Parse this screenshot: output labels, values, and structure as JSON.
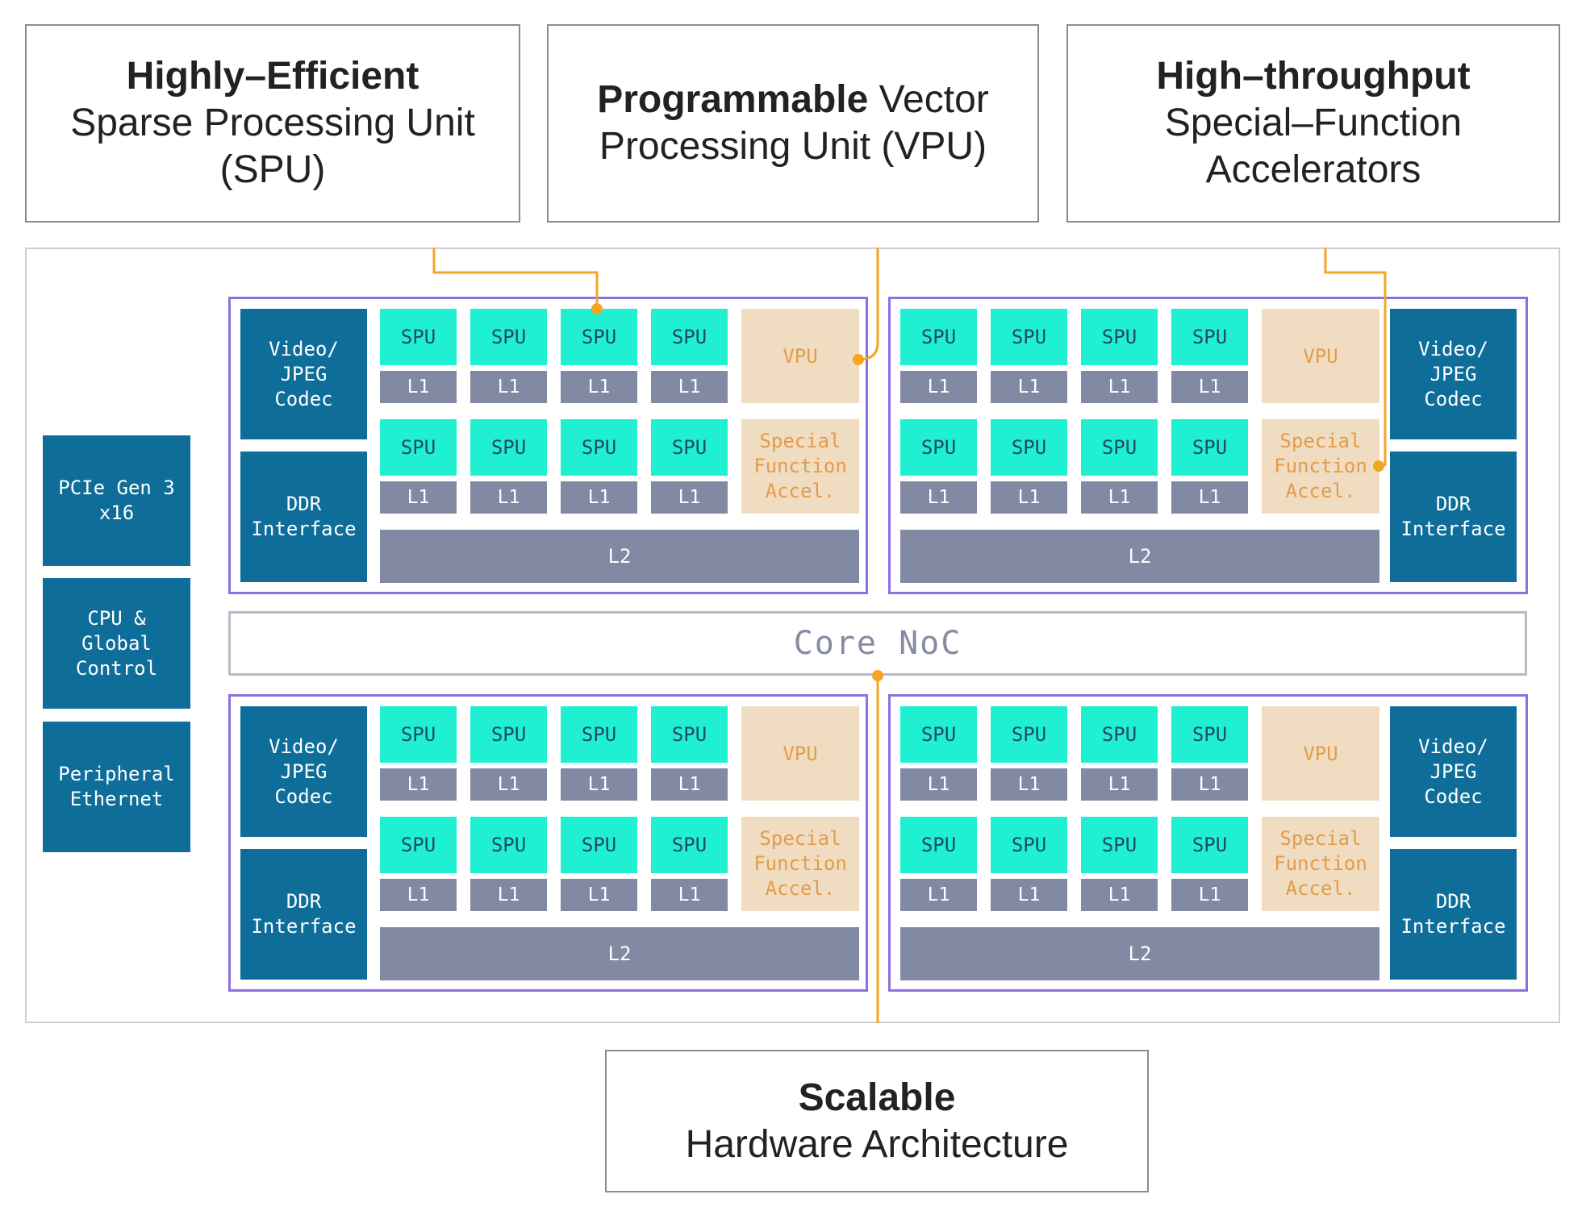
{
  "callouts": {
    "spu": {
      "bold": "Highly–Efficient",
      "rest": "Sparse Processing Unit\n(SPU)"
    },
    "vpu": {
      "bold": "Programmable",
      "rest": " Vector\nProcessing Unit (VPU)"
    },
    "sfa": {
      "bold": "High–throughput",
      "rest": "Special–Function\nAccelerators"
    },
    "scalable": {
      "bold": "Scalable",
      "rest": "Hardware Architecture"
    }
  },
  "side_blocks": {
    "pcie": "PCIe Gen 3\nx16",
    "cpu": "CPU &\nGlobal\nControl",
    "ethernet": "Peripheral\nEthernet"
  },
  "cluster": {
    "video": "Video/\nJPEG\nCodec",
    "ddr": "DDR\nInterface",
    "spu": "SPU",
    "l1": "L1",
    "l2": "L2",
    "vpu": "VPU",
    "sfa": "Special\nFunction\nAccel."
  },
  "noc": "Core NoC",
  "colors": {
    "connector": "#f4a623",
    "cluster_border": "#8e6ee0",
    "spu": "#1ff0d2",
    "cache": "#828aa3",
    "io_block": "#0f6e99",
    "vpu_sfa": "#f0dcc1"
  }
}
